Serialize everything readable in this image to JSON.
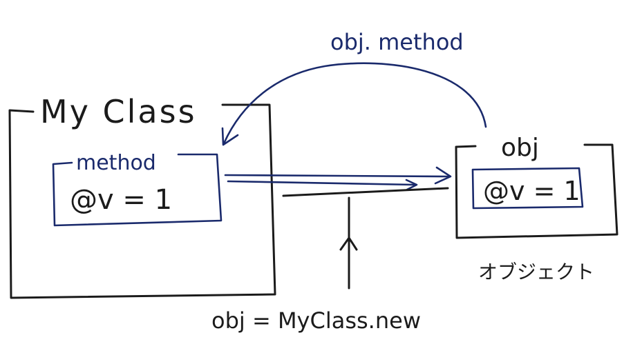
{
  "class_box": {
    "title": "My Class",
    "method_label": "method",
    "ivar": "@v = 1"
  },
  "object_box": {
    "title": "obj",
    "ivar": "@v = 1",
    "caption": "オブジェクト"
  },
  "call_label": "obj. method",
  "constructor_label": "obj = MyClass.new",
  "colors": {
    "ink_black": "#1b1b1b",
    "ink_blue": "#1a2a6c",
    "background": "#ffffff"
  }
}
